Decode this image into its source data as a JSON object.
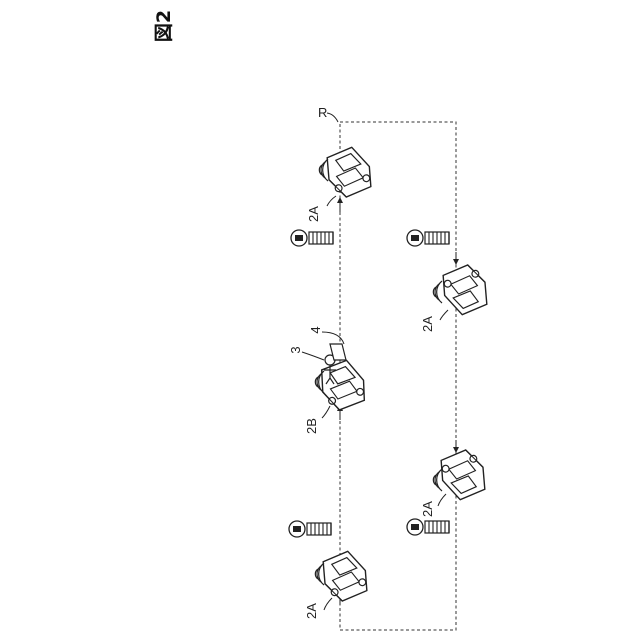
{
  "figure": {
    "title": "図2",
    "route_label": "R",
    "bus_stop_sign": "BUS"
  },
  "vehicles": [
    {
      "id": "v1",
      "label": "2A"
    },
    {
      "id": "v2",
      "label": "2B"
    },
    {
      "id": "v3",
      "label": "2A"
    },
    {
      "id": "v4",
      "label": "2A"
    },
    {
      "id": "v5",
      "label": "2A"
    }
  ],
  "callouts": {
    "passenger": "3",
    "terminal": "4"
  }
}
